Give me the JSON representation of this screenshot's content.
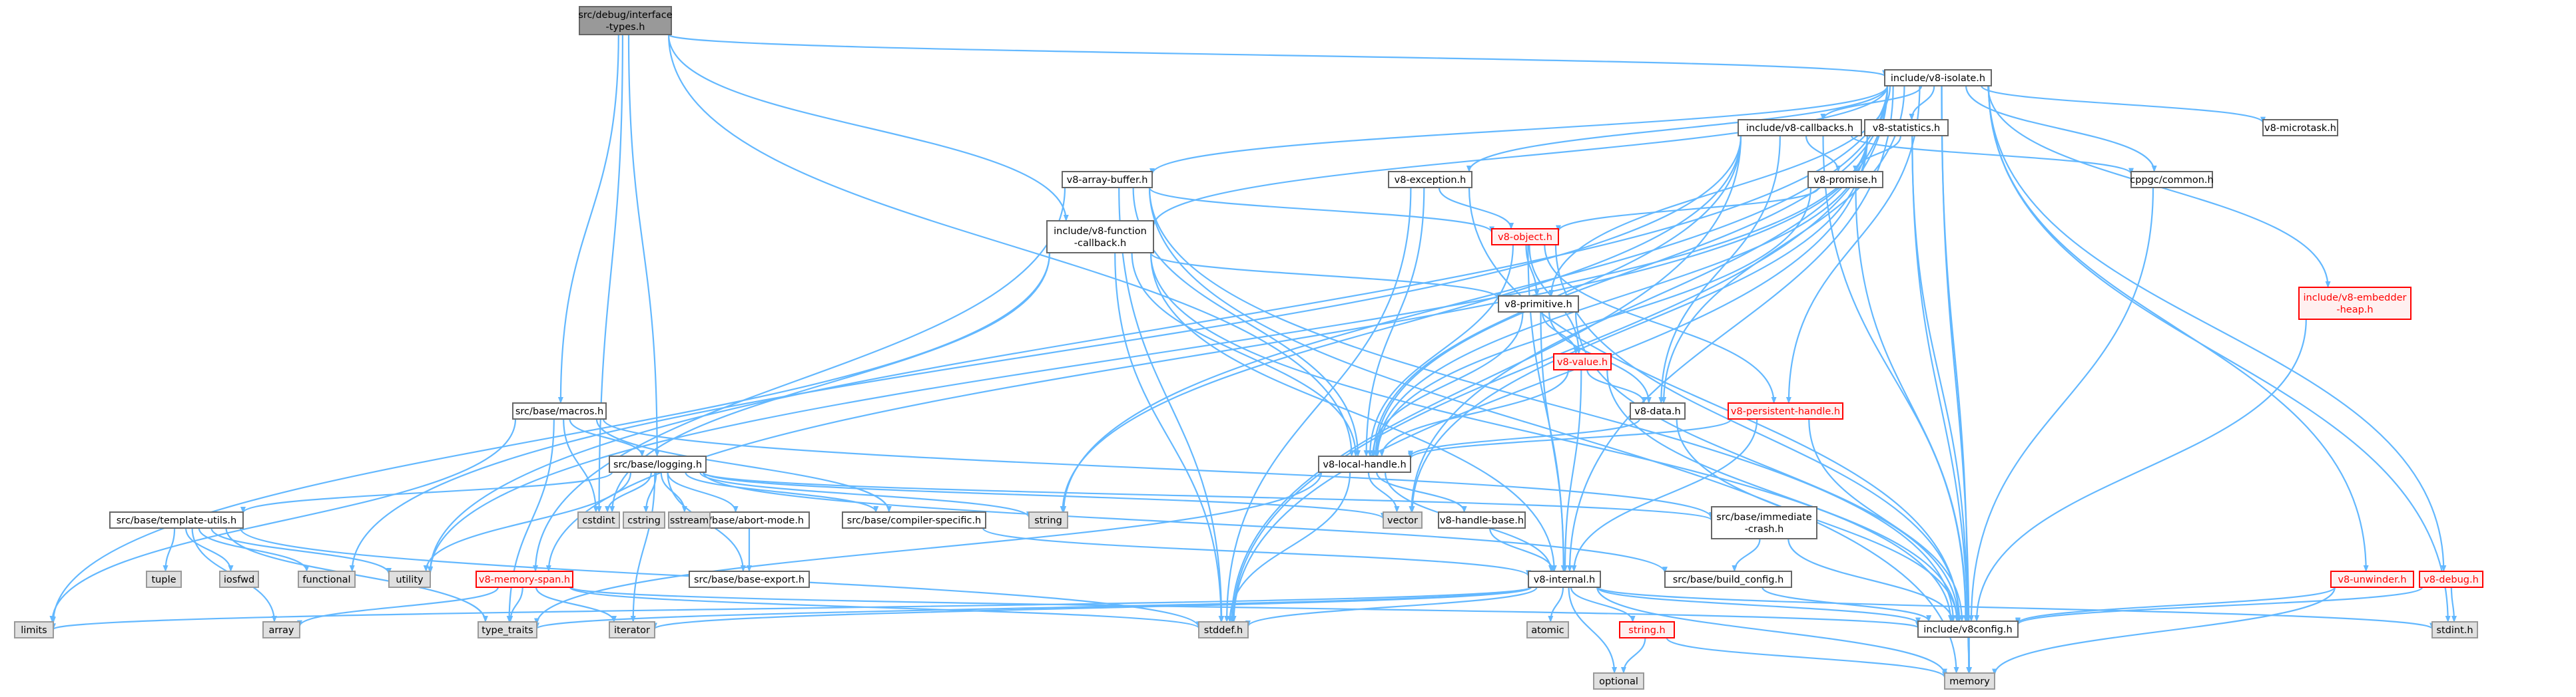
{
  "colors": {
    "edge": "#63b8ff",
    "arrow": "#63b8ff",
    "node_border": "#666666",
    "node_fill": "#ffffff",
    "root_fill": "#999999",
    "root_border": "#666666",
    "external_fill": "#e0e0e0",
    "external_border": "#999999",
    "incomplete_border": "#ff0000",
    "incomplete_fill": "#fff0f0",
    "incomplete_text": "#ff0000",
    "text": "#000000"
  },
  "nodes": [
    {
      "id": "root",
      "lines": [
        "src/debug/interface",
        "-types.h"
      ],
      "kind": "root"
    },
    {
      "id": "v8isolate",
      "lines": [
        "include/v8-isolate.h"
      ],
      "kind": "normal"
    },
    {
      "id": "v8callbacks",
      "lines": [
        "include/v8-callbacks.h"
      ],
      "kind": "normal"
    },
    {
      "id": "v8statistics",
      "lines": [
        "v8-statistics.h"
      ],
      "kind": "normal"
    },
    {
      "id": "v8microtask",
      "lines": [
        "v8-microtask.h"
      ],
      "kind": "normal"
    },
    {
      "id": "cppgccommon",
      "lines": [
        "cppgc/common.h"
      ],
      "kind": "normal"
    },
    {
      "id": "v8arraybuffer",
      "lines": [
        "v8-array-buffer.h"
      ],
      "kind": "normal"
    },
    {
      "id": "v8exception",
      "lines": [
        "v8-exception.h"
      ],
      "kind": "normal"
    },
    {
      "id": "v8promise",
      "lines": [
        "v8-promise.h"
      ],
      "kind": "normal"
    },
    {
      "id": "v8object",
      "lines": [
        "v8-object.h"
      ],
      "kind": "incomplete"
    },
    {
      "id": "v8functioncallback",
      "lines": [
        "include/v8-function",
        "-callback.h"
      ],
      "kind": "normal"
    },
    {
      "id": "v8primitive",
      "lines": [
        "v8-primitive.h"
      ],
      "kind": "normal"
    },
    {
      "id": "v8value",
      "lines": [
        "v8-value.h"
      ],
      "kind": "incomplete"
    },
    {
      "id": "v8data",
      "lines": [
        "v8-data.h"
      ],
      "kind": "normal"
    },
    {
      "id": "v8persistenthandle",
      "lines": [
        "v8-persistent-handle.h"
      ],
      "kind": "incomplete"
    },
    {
      "id": "v8localhandle",
      "lines": [
        "v8-local-handle.h"
      ],
      "kind": "normal"
    },
    {
      "id": "v8embedderheap",
      "lines": [
        "include/v8-embedder",
        "-heap.h"
      ],
      "kind": "incomplete"
    },
    {
      "id": "v8unwinder",
      "lines": [
        "v8-unwinder.h"
      ],
      "kind": "incomplete"
    },
    {
      "id": "v8debug",
      "lines": [
        "v8-debug.h"
      ],
      "kind": "incomplete"
    },
    {
      "id": "basemacros",
      "lines": [
        "src/base/macros.h"
      ],
      "kind": "normal"
    },
    {
      "id": "baselogging",
      "lines": [
        "src/base/logging.h"
      ],
      "kind": "normal"
    },
    {
      "id": "templateutils",
      "lines": [
        "src/base/template-utils.h"
      ],
      "kind": "normal"
    },
    {
      "id": "abortmode",
      "lines": [
        "src/base/abort-mode.h"
      ],
      "kind": "normal"
    },
    {
      "id": "compilerspecific",
      "lines": [
        "src/base/compiler-specific.h"
      ],
      "kind": "normal"
    },
    {
      "id": "baseexport",
      "lines": [
        "src/base/base-export.h"
      ],
      "kind": "normal"
    },
    {
      "id": "v8handlebase",
      "lines": [
        "v8-handle-base.h"
      ],
      "kind": "normal"
    },
    {
      "id": "immediatecrash",
      "lines": [
        "src/base/immediate",
        "-crash.h"
      ],
      "kind": "normal"
    },
    {
      "id": "buildconfig",
      "lines": [
        "src/base/build_config.h"
      ],
      "kind": "normal"
    },
    {
      "id": "v8memoryspan",
      "lines": [
        "v8-memory-span.h"
      ],
      "kind": "incomplete"
    },
    {
      "id": "v8internal",
      "lines": [
        "v8-internal.h"
      ],
      "kind": "normal"
    },
    {
      "id": "stringh",
      "lines": [
        "string.h"
      ],
      "kind": "incomplete"
    },
    {
      "id": "v8config",
      "lines": [
        "include/v8config.h"
      ],
      "kind": "normal"
    },
    {
      "id": "cstdint",
      "lines": [
        "cstdint"
      ],
      "kind": "external"
    },
    {
      "id": "cstring",
      "lines": [
        "cstring"
      ],
      "kind": "external"
    },
    {
      "id": "sstream",
      "lines": [
        "sstream"
      ],
      "kind": "external"
    },
    {
      "id": "string",
      "lines": [
        "string"
      ],
      "kind": "external"
    },
    {
      "id": "vector",
      "lines": [
        "vector"
      ],
      "kind": "external"
    },
    {
      "id": "tuple",
      "lines": [
        "tuple"
      ],
      "kind": "external"
    },
    {
      "id": "iosfwd",
      "lines": [
        "iosfwd"
      ],
      "kind": "external"
    },
    {
      "id": "functional",
      "lines": [
        "functional"
      ],
      "kind": "external"
    },
    {
      "id": "utility",
      "lines": [
        "utility"
      ],
      "kind": "external"
    },
    {
      "id": "limits",
      "lines": [
        "limits"
      ],
      "kind": "external"
    },
    {
      "id": "array",
      "lines": [
        "array"
      ],
      "kind": "external"
    },
    {
      "id": "type_traits",
      "lines": [
        "type_traits"
      ],
      "kind": "external"
    },
    {
      "id": "iterator",
      "lines": [
        "iterator"
      ],
      "kind": "external"
    },
    {
      "id": "stddef",
      "lines": [
        "stddef.h"
      ],
      "kind": "external"
    },
    {
      "id": "atomic",
      "lines": [
        "atomic"
      ],
      "kind": "external"
    },
    {
      "id": "optional",
      "lines": [
        "optional"
      ],
      "kind": "external"
    },
    {
      "id": "memory",
      "lines": [
        "memory"
      ],
      "kind": "external"
    },
    {
      "id": "stdint",
      "lines": [
        "stdint.h"
      ],
      "kind": "external"
    }
  ],
  "edges": [
    [
      "root",
      "v8isolate"
    ],
    [
      "root",
      "v8functioncallback"
    ],
    [
      "root",
      "v8localhandle"
    ],
    [
      "root",
      "basemacros"
    ],
    [
      "root",
      "baselogging"
    ],
    [
      "root",
      "cstdint"
    ],
    [
      "v8isolate",
      "v8callbacks"
    ],
    [
      "v8isolate",
      "v8statistics"
    ],
    [
      "v8isolate",
      "v8microtask"
    ],
    [
      "v8isolate",
      "cppgccommon"
    ],
    [
      "v8isolate",
      "v8arraybuffer"
    ],
    [
      "v8isolate",
      "v8exception"
    ],
    [
      "v8isolate",
      "v8functioncallback"
    ],
    [
      "v8isolate",
      "v8primitive"
    ],
    [
      "v8isolate",
      "v8data"
    ],
    [
      "v8isolate",
      "v8persistenthandle"
    ],
    [
      "v8isolate",
      "v8localhandle"
    ],
    [
      "v8isolate",
      "v8embedderheap"
    ],
    [
      "v8isolate",
      "v8unwinder"
    ],
    [
      "v8isolate",
      "v8debug"
    ],
    [
      "v8isolate",
      "v8internal"
    ],
    [
      "v8isolate",
      "v8config"
    ],
    [
      "v8isolate",
      "stddef"
    ],
    [
      "v8isolate",
      "stdint"
    ],
    [
      "v8isolate",
      "memory"
    ],
    [
      "v8isolate",
      "string"
    ],
    [
      "v8isolate",
      "utility"
    ],
    [
      "v8isolate",
      "vector"
    ],
    [
      "v8callbacks",
      "v8promise"
    ],
    [
      "v8callbacks",
      "v8data"
    ],
    [
      "v8callbacks",
      "v8localhandle"
    ],
    [
      "v8callbacks",
      "v8config"
    ],
    [
      "v8callbacks",
      "cppgccommon"
    ],
    [
      "v8callbacks",
      "stddef"
    ],
    [
      "v8callbacks",
      "functional"
    ],
    [
      "v8callbacks",
      "string"
    ],
    [
      "v8statistics",
      "v8promise"
    ],
    [
      "v8statistics",
      "v8localhandle"
    ],
    [
      "v8statistics",
      "v8memoryspan"
    ],
    [
      "v8statistics",
      "v8config"
    ],
    [
      "v8statistics",
      "stddef"
    ],
    [
      "v8statistics",
      "memory"
    ],
    [
      "v8statistics",
      "utility"
    ],
    [
      "v8statistics",
      "vector"
    ],
    [
      "cppgccommon",
      "v8config"
    ],
    [
      "v8arraybuffer",
      "v8object"
    ],
    [
      "v8arraybuffer",
      "v8localhandle"
    ],
    [
      "v8arraybuffer",
      "v8memoryspan"
    ],
    [
      "v8arraybuffer",
      "v8config"
    ],
    [
      "v8arraybuffer",
      "stddef"
    ],
    [
      "v8arraybuffer",
      "memory"
    ],
    [
      "v8exception",
      "v8object"
    ],
    [
      "v8exception",
      "v8localhandle"
    ],
    [
      "v8exception",
      "v8config"
    ],
    [
      "v8exception",
      "stddef"
    ],
    [
      "v8promise",
      "v8object"
    ],
    [
      "v8promise",
      "v8localhandle"
    ],
    [
      "v8promise",
      "v8config"
    ],
    [
      "v8object",
      "v8primitive"
    ],
    [
      "v8object",
      "v8value"
    ],
    [
      "v8object",
      "v8persistenthandle"
    ],
    [
      "v8object",
      "v8localhandle"
    ],
    [
      "v8object",
      "v8internal"
    ],
    [
      "v8object",
      "v8config"
    ],
    [
      "v8functioncallback",
      "v8primitive"
    ],
    [
      "v8functioncallback",
      "v8localhandle"
    ],
    [
      "v8functioncallback",
      "v8internal"
    ],
    [
      "v8functioncallback",
      "v8config"
    ],
    [
      "v8functioncallback",
      "cstdint"
    ],
    [
      "v8functioncallback",
      "limits"
    ],
    [
      "v8functioncallback",
      "stddef"
    ],
    [
      "v8primitive",
      "v8value"
    ],
    [
      "v8primitive",
      "v8data"
    ],
    [
      "v8primitive",
      "v8localhandle"
    ],
    [
      "v8primitive",
      "v8internal"
    ],
    [
      "v8primitive",
      "v8config"
    ],
    [
      "v8value",
      "v8data"
    ],
    [
      "v8value",
      "v8localhandle"
    ],
    [
      "v8value",
      "v8internal"
    ],
    [
      "v8value",
      "v8config"
    ],
    [
      "v8data",
      "v8localhandle"
    ],
    [
      "v8data",
      "v8config"
    ],
    [
      "v8persistenthandle",
      "v8localhandle"
    ],
    [
      "v8persistenthandle",
      "v8internal"
    ],
    [
      "v8persistenthandle",
      "v8config"
    ],
    [
      "v8localhandle",
      "v8handlebase"
    ],
    [
      "v8localhandle",
      "v8internal"
    ],
    [
      "v8localhandle",
      "vector"
    ],
    [
      "v8localhandle",
      "type_traits"
    ],
    [
      "v8localhandle",
      "stddef"
    ],
    [
      "v8handlebase",
      "v8internal"
    ],
    [
      "v8embedderheap",
      "v8config"
    ],
    [
      "v8unwinder",
      "v8config"
    ],
    [
      "v8unwinder",
      "memory"
    ],
    [
      "v8debug",
      "v8config"
    ],
    [
      "v8debug",
      "stdint"
    ],
    [
      "basemacros",
      "baselogging"
    ],
    [
      "basemacros",
      "compilerspecific"
    ],
    [
      "basemacros",
      "immediatecrash"
    ],
    [
      "basemacros",
      "limits"
    ],
    [
      "basemacros",
      "type_traits"
    ],
    [
      "basemacros",
      "cstdint"
    ],
    [
      "baselogging",
      "templateutils"
    ],
    [
      "baselogging",
      "abortmode"
    ],
    [
      "baselogging",
      "compilerspecific"
    ],
    [
      "baselogging",
      "baseexport"
    ],
    [
      "baselogging",
      "immediatecrash"
    ],
    [
      "baselogging",
      "buildconfig"
    ],
    [
      "baselogging",
      "cstdint"
    ],
    [
      "baselogging",
      "cstring"
    ],
    [
      "baselogging",
      "sstream"
    ],
    [
      "baselogging",
      "string"
    ],
    [
      "baselogging",
      "iterator"
    ],
    [
      "baselogging",
      "utility"
    ],
    [
      "baselogging",
      "vector"
    ],
    [
      "templateutils",
      "tuple"
    ],
    [
      "templateutils",
      "iosfwd"
    ],
    [
      "templateutils",
      "functional"
    ],
    [
      "templateutils",
      "utility"
    ],
    [
      "templateutils",
      "array"
    ],
    [
      "templateutils",
      "type_traits"
    ],
    [
      "templateutils",
      "stddef"
    ],
    [
      "abortmode",
      "baseexport"
    ],
    [
      "compilerspecific",
      "v8internal"
    ],
    [
      "immediatecrash",
      "buildconfig"
    ],
    [
      "immediatecrash",
      "v8config"
    ],
    [
      "buildconfig",
      "v8config"
    ],
    [
      "v8memoryspan",
      "v8config"
    ],
    [
      "v8memoryspan",
      "array"
    ],
    [
      "v8memoryspan",
      "iterator"
    ],
    [
      "v8memoryspan",
      "type_traits"
    ],
    [
      "v8memoryspan",
      "stddef"
    ],
    [
      "v8internal",
      "v8config"
    ],
    [
      "v8internal",
      "stringh"
    ],
    [
      "v8internal",
      "atomic"
    ],
    [
      "v8internal",
      "iterator"
    ],
    [
      "v8internal",
      "limits"
    ],
    [
      "v8internal",
      "memory"
    ],
    [
      "v8internal",
      "optional"
    ],
    [
      "v8internal",
      "type_traits"
    ],
    [
      "v8internal",
      "stddef"
    ],
    [
      "v8internal",
      "stdint"
    ],
    [
      "stringh",
      "optional"
    ],
    [
      "stringh",
      "memory"
    ],
    [
      "v8config",
      "memory"
    ]
  ]
}
